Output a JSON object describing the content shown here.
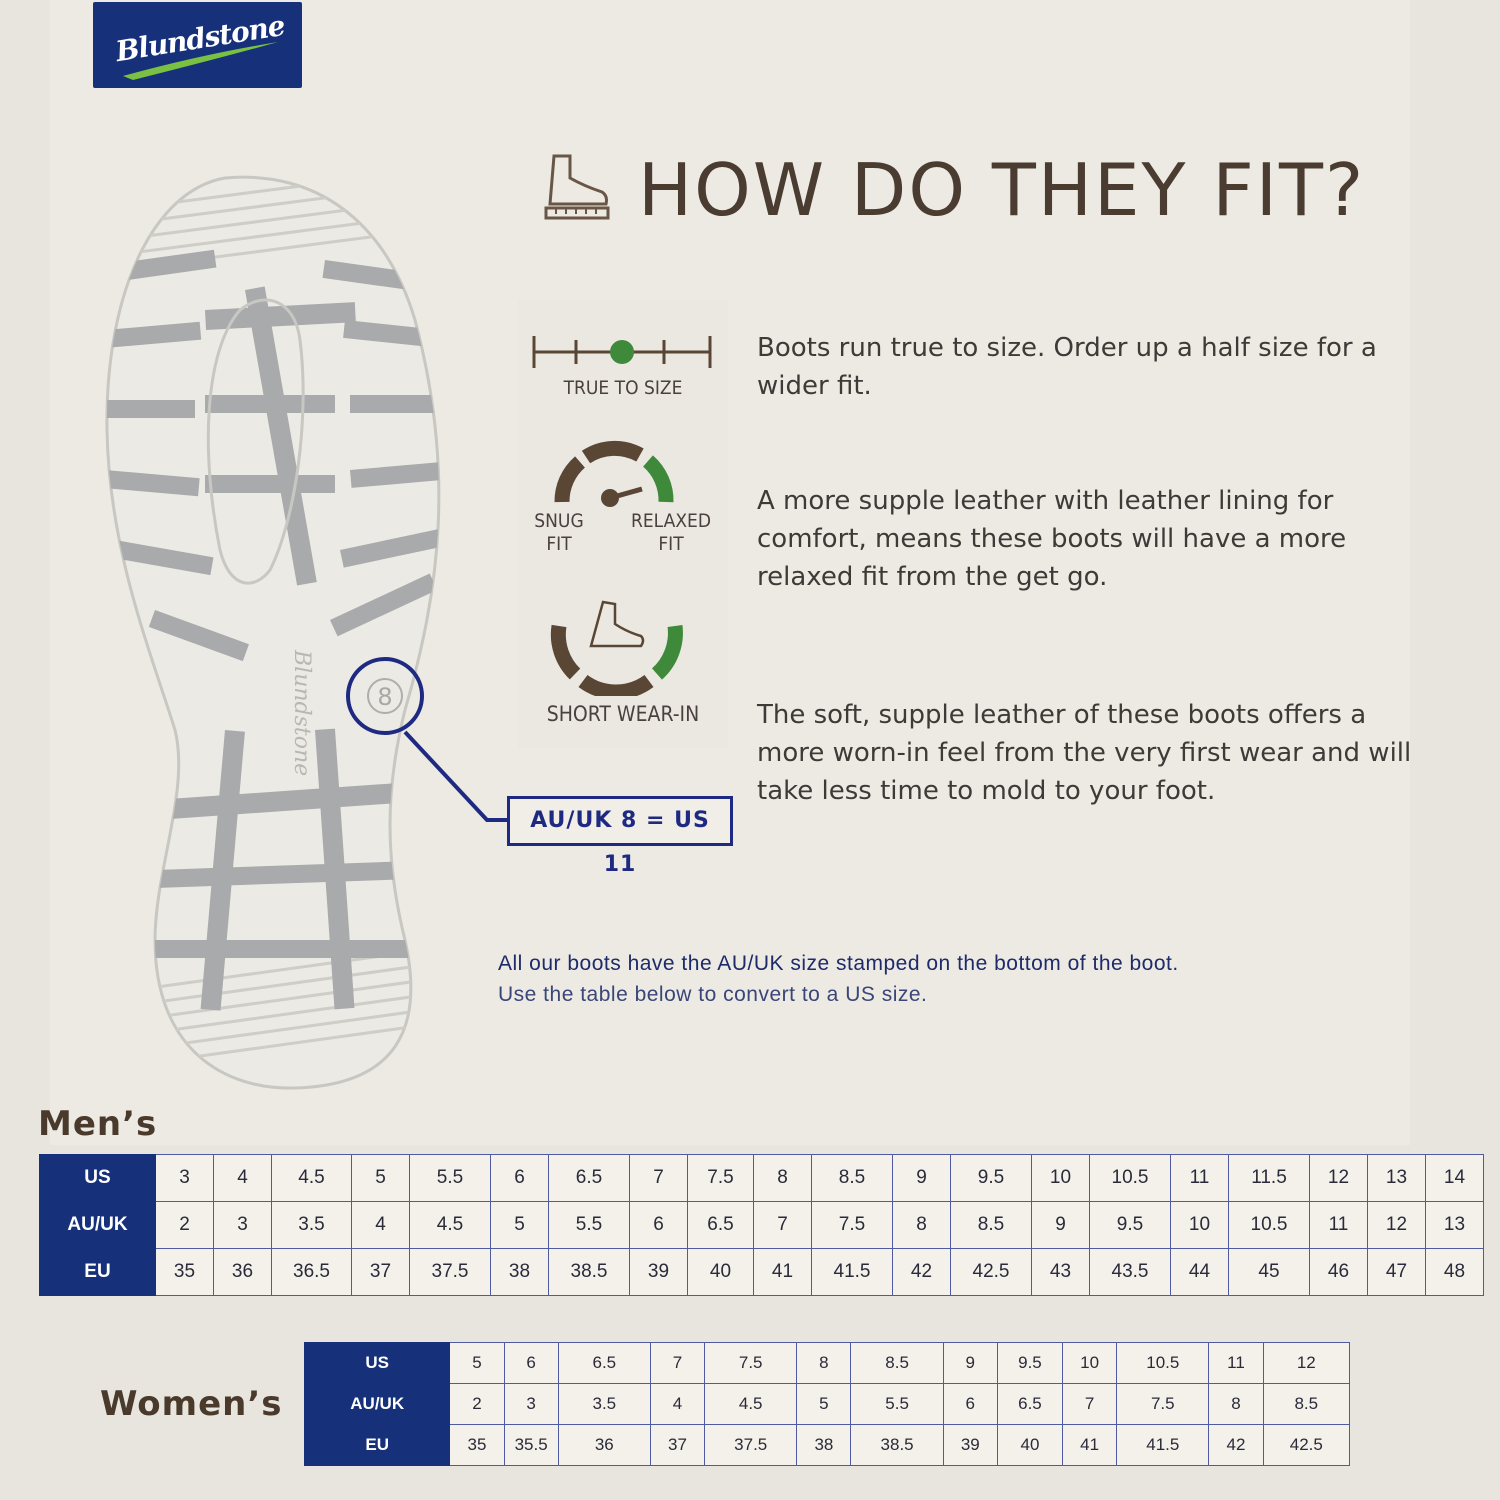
{
  "brand": {
    "logo_text": "Blundstone"
  },
  "headline": "HOW DO THEY FIT?",
  "sole_stamp": {
    "size": "8",
    "brand": "Blundstone"
  },
  "callout": "AU/UK 8 = US 11",
  "fit": {
    "true_to_size": {
      "label": "TRUE TO SIZE",
      "description": "Boots run true to size. Order up a half size for a wider fit."
    },
    "gauge": {
      "snug_label_1": "SNUG",
      "snug_label_2": "FIT",
      "relaxed_label_1": "RELAXED",
      "relaxed_label_2": "FIT",
      "description": "A more supple leather with leather lining for comfort, means these boots will have a more relaxed fit from the get go."
    },
    "wear_in": {
      "label": "SHORT WEAR-IN",
      "description": "The soft, supple leather of these boots offers a more worn-in feel from the very first wear and will take less time to mold to your foot."
    }
  },
  "note_line1": "All our boots have the AU/UK size stamped on the bottom of the boot.",
  "note_line2": "Use the table below to convert to a US size.",
  "colors": {
    "navy": "#16307a",
    "brown": "#5a4634",
    "green": "#3f8a3a",
    "ink": "#1e2a82"
  },
  "mens": {
    "title": "Men’s",
    "rows": [
      {
        "label": "US",
        "values": [
          "3",
          "4",
          "4.5",
          "5",
          "5.5",
          "6",
          "6.5",
          "7",
          "7.5",
          "8",
          "8.5",
          "9",
          "9.5",
          "10",
          "10.5",
          "11",
          "11.5",
          "12",
          "13",
          "14"
        ]
      },
      {
        "label": "AU/UK",
        "values": [
          "2",
          "3",
          "3.5",
          "4",
          "4.5",
          "5",
          "5.5",
          "6",
          "6.5",
          "7",
          "7.5",
          "8",
          "8.5",
          "9",
          "9.5",
          "10",
          "10.5",
          "11",
          "12",
          "13"
        ]
      },
      {
        "label": "EU",
        "values": [
          "35",
          "36",
          "36.5",
          "37",
          "37.5",
          "38",
          "38.5",
          "39",
          "40",
          "41",
          "41.5",
          "42",
          "42.5",
          "43",
          "43.5",
          "44",
          "45",
          "46",
          "47",
          "48"
        ]
      }
    ]
  },
  "womens": {
    "title": "Women’s",
    "rows": [
      {
        "label": "US",
        "values": [
          "5",
          "6",
          "6.5",
          "7",
          "7.5",
          "8",
          "8.5",
          "9",
          "9.5",
          "10",
          "10.5",
          "11",
          "12"
        ]
      },
      {
        "label": "AU/UK",
        "values": [
          "2",
          "3",
          "3.5",
          "4",
          "4.5",
          "5",
          "5.5",
          "6",
          "6.5",
          "7",
          "7.5",
          "8",
          "8.5"
        ]
      },
      {
        "label": "EU",
        "values": [
          "35",
          "35.5",
          "36",
          "37",
          "37.5",
          "38",
          "38.5",
          "39",
          "40",
          "41",
          "41.5",
          "42",
          "42.5"
        ]
      }
    ]
  }
}
